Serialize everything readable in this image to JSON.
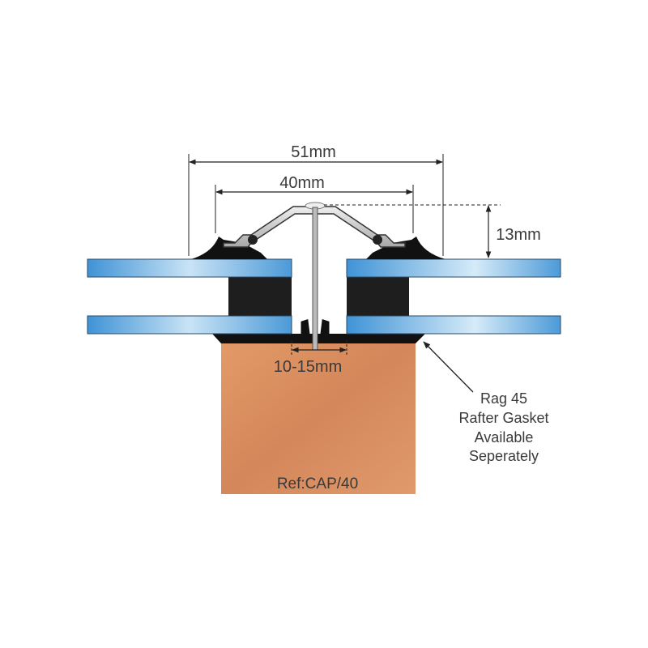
{
  "dimensions": {
    "overall_width": "51mm",
    "cap_width": "40mm",
    "height": "13mm",
    "gap": "10-15mm"
  },
  "reference": "Ref:CAP/40",
  "callout": {
    "lines": [
      "Rag 45",
      "Rafter Gasket",
      "Available",
      "Seperately"
    ]
  },
  "colors": {
    "wood": "#d98a5a",
    "glass": "#5aa6dc",
    "cap": "#c8c8c8",
    "gasket": "#111111",
    "text": "#3a3a3a"
  }
}
